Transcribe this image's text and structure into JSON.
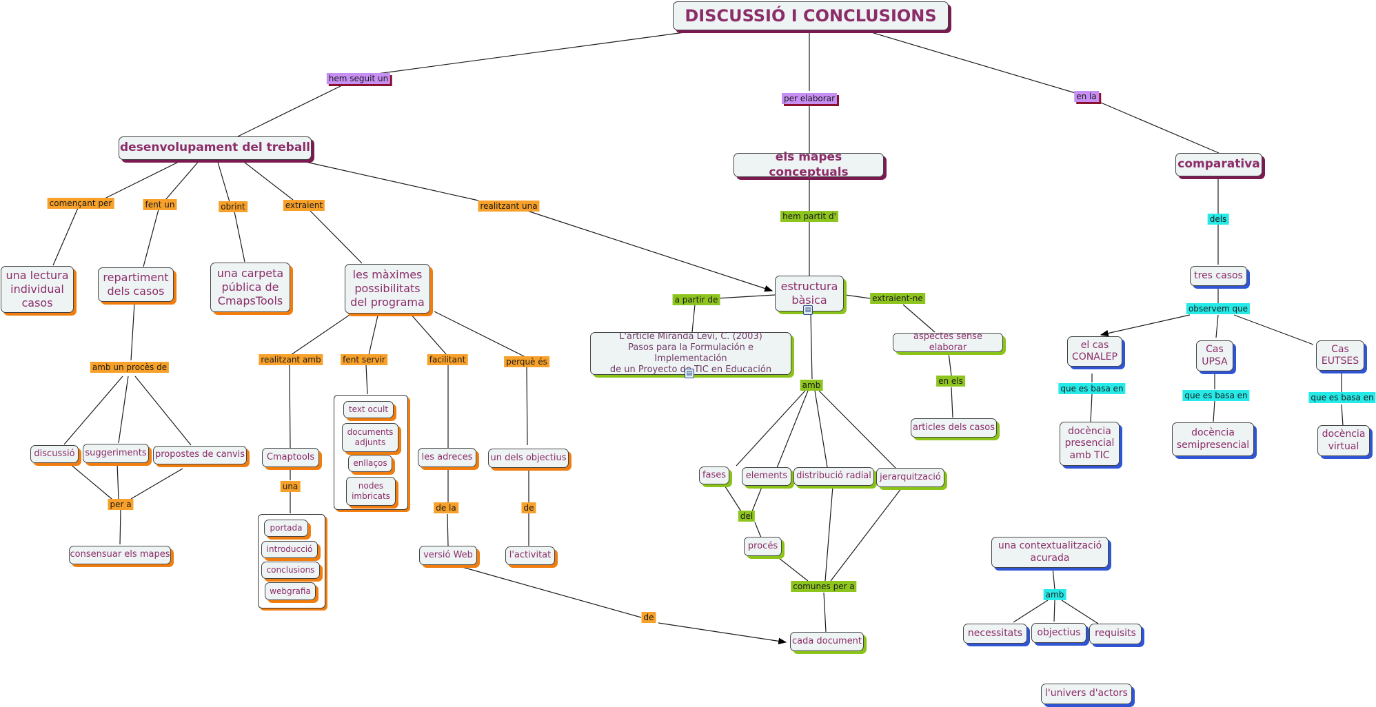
{
  "title": "DISCUSSIÓ I CONCLUSIONS",
  "colors": {
    "node_text": "#8b2d68",
    "node_fill": "#eef3f4",
    "shadow_purple": "#7a1a50",
    "shadow_orange": "#f07d0e",
    "shadow_green": "#8bc418",
    "shadow_blue": "#2f55d4",
    "label_purple": "#c78ff3",
    "label_orange": "#f7a12a",
    "label_green": "#8ec41e",
    "label_cyan": "#25eae8"
  },
  "nodes": {
    "title": "DISCUSSIÓ I CONCLUSIONS",
    "desenvolupament": "desenvolupament del treball",
    "mapes": "els mapes conceptuals",
    "comparativa": "comparativa",
    "lectura": "una lectura\nindividual\ncasos",
    "repartiment": "repartiment\ndels casos",
    "carpeta": "una carpeta\npública de\nCmapsTools",
    "maximes": "les màximes\npossibilitats\ndel programa",
    "estructura": "estructura\nbàsica",
    "article": "L'article Miranda Levi, C. (2003)\nPasos para la Formulación e Implementación\nde un Proyecto de TIC en Educación",
    "aspectes": "aspectes sense elaborar",
    "articles_casos": "articles dels casos",
    "tres_casos": "tres casos",
    "conalep": "el cas\nCONALEP",
    "upsa": "Cas\nUPSA",
    "eutses": "Cas\nEUTSES",
    "docencia_tic": "docència\npresencial\namb TIC",
    "docencia_semi": "docència\nsemipresencial",
    "docencia_virtual": "docència\nvirtual",
    "discussio": "discussió",
    "suggeriments": "suggeriments",
    "propostes": "propostes de canvis",
    "consensuar": "consensuar els mapes",
    "cmaptools": "Cmaptools",
    "portada": "portada",
    "introduccio": "introducció",
    "conclusions": "conclusions",
    "webgrafia": "webgrafia",
    "text_ocult": "text ocult",
    "documents_adjunts": "documents\nadjunts",
    "enllacos": "enllaços",
    "nodes_imbricats": "nodes\nimbricats",
    "adreces": "les adreces",
    "versio_web": "versió Web",
    "objectius": "un dels objectius",
    "activitat": "l'activitat",
    "fases": "fases",
    "elements": "elements",
    "distribucio": "distribució radial",
    "jerarquitzacio": "jerarquització",
    "proces": "procés",
    "cada_document": "cada document",
    "contextualitzacio": "una contextualització\nacurada",
    "necessitats": "necessitats",
    "objectius2": "objectius",
    "requisits": "requisits",
    "univers": "l'univers d'actors"
  },
  "labels": {
    "hem_seguit": "hem seguit un",
    "per_elaborar": "per elaborar",
    "en_la": "en la",
    "comencant": "començant per",
    "fent_un": "fent un",
    "obrint": "obrint",
    "extraient": "extraient",
    "realitzant_una": "realitzant una",
    "hem_partit": "hem partit d'",
    "dels": "dels",
    "a_partir": "a partir de",
    "extraient_ne": "extraient-ne",
    "en_els": "en els",
    "observem": "observem que",
    "basa1": "que es basa en",
    "basa2": "que es basa en",
    "basa3": "que es basa en",
    "proces_de": "amb un procès de",
    "per_a": "per a",
    "realitzant_amb": "realitzant amb",
    "fent_servir": "fent servir",
    "facilitant": "facilitant",
    "perque": "perquè és",
    "una": "una",
    "de_la": "de la",
    "de": "de",
    "de2": "de",
    "amb": "amb",
    "del": "del",
    "comunes": "comunes per a",
    "amb2": "amb"
  }
}
